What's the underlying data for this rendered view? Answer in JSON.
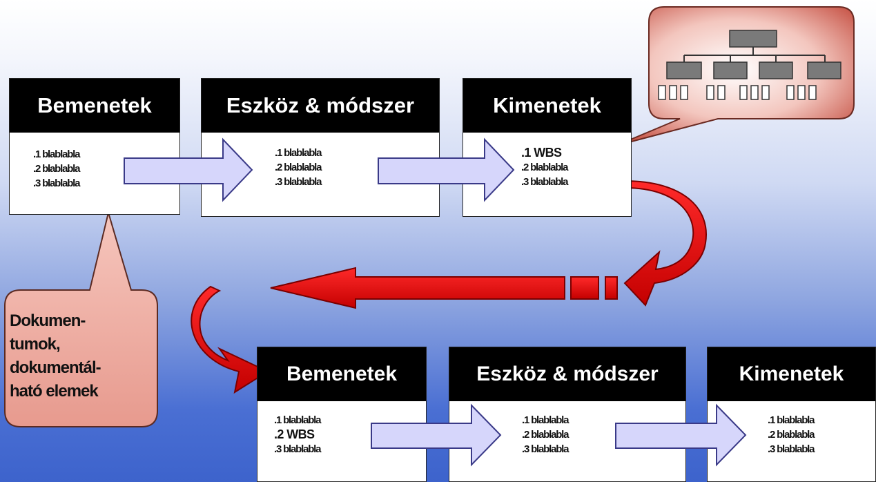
{
  "top_row": [
    {
      "header": "Bemenetek",
      "items": [
        ".1 blablabla",
        ".2 blablabla",
        ".3 blablabla"
      ]
    },
    {
      "header": "Eszköz & módszer",
      "items": [
        ".1 blablabla",
        ".2 blablabla",
        ".3 blablabla"
      ]
    },
    {
      "header": "Kimenetek",
      "items": [
        ".1 WBS",
        ".2 blablabla",
        ".3 blablabla"
      ]
    }
  ],
  "bottom_row": [
    {
      "header": "Bemenetek",
      "items": [
        ".1 blablabla",
        ".2 WBS",
        ".3 blablabla"
      ]
    },
    {
      "header": "Eszköz & módszer",
      "items": [
        ".1 blablabla",
        ".2 blablabla",
        ".3 blablabla"
      ]
    },
    {
      "header": "Kimenetek",
      "items": [
        ".1 blablabla",
        ".2 blablabla",
        ".3 blablabla"
      ]
    }
  ],
  "callout": {
    "lines": [
      "Dokumen-",
      "tumok,",
      "dokumentál-",
      "ható elemek"
    ]
  },
  "colors": {
    "header_bg": "#000000",
    "flow_arrow_fill": "#d6d6fb",
    "loop_arrow_fill": "#e30000",
    "callout_fill": "#f1b5ac"
  },
  "icons": {
    "wbs_callout": "org-chart-icon"
  }
}
